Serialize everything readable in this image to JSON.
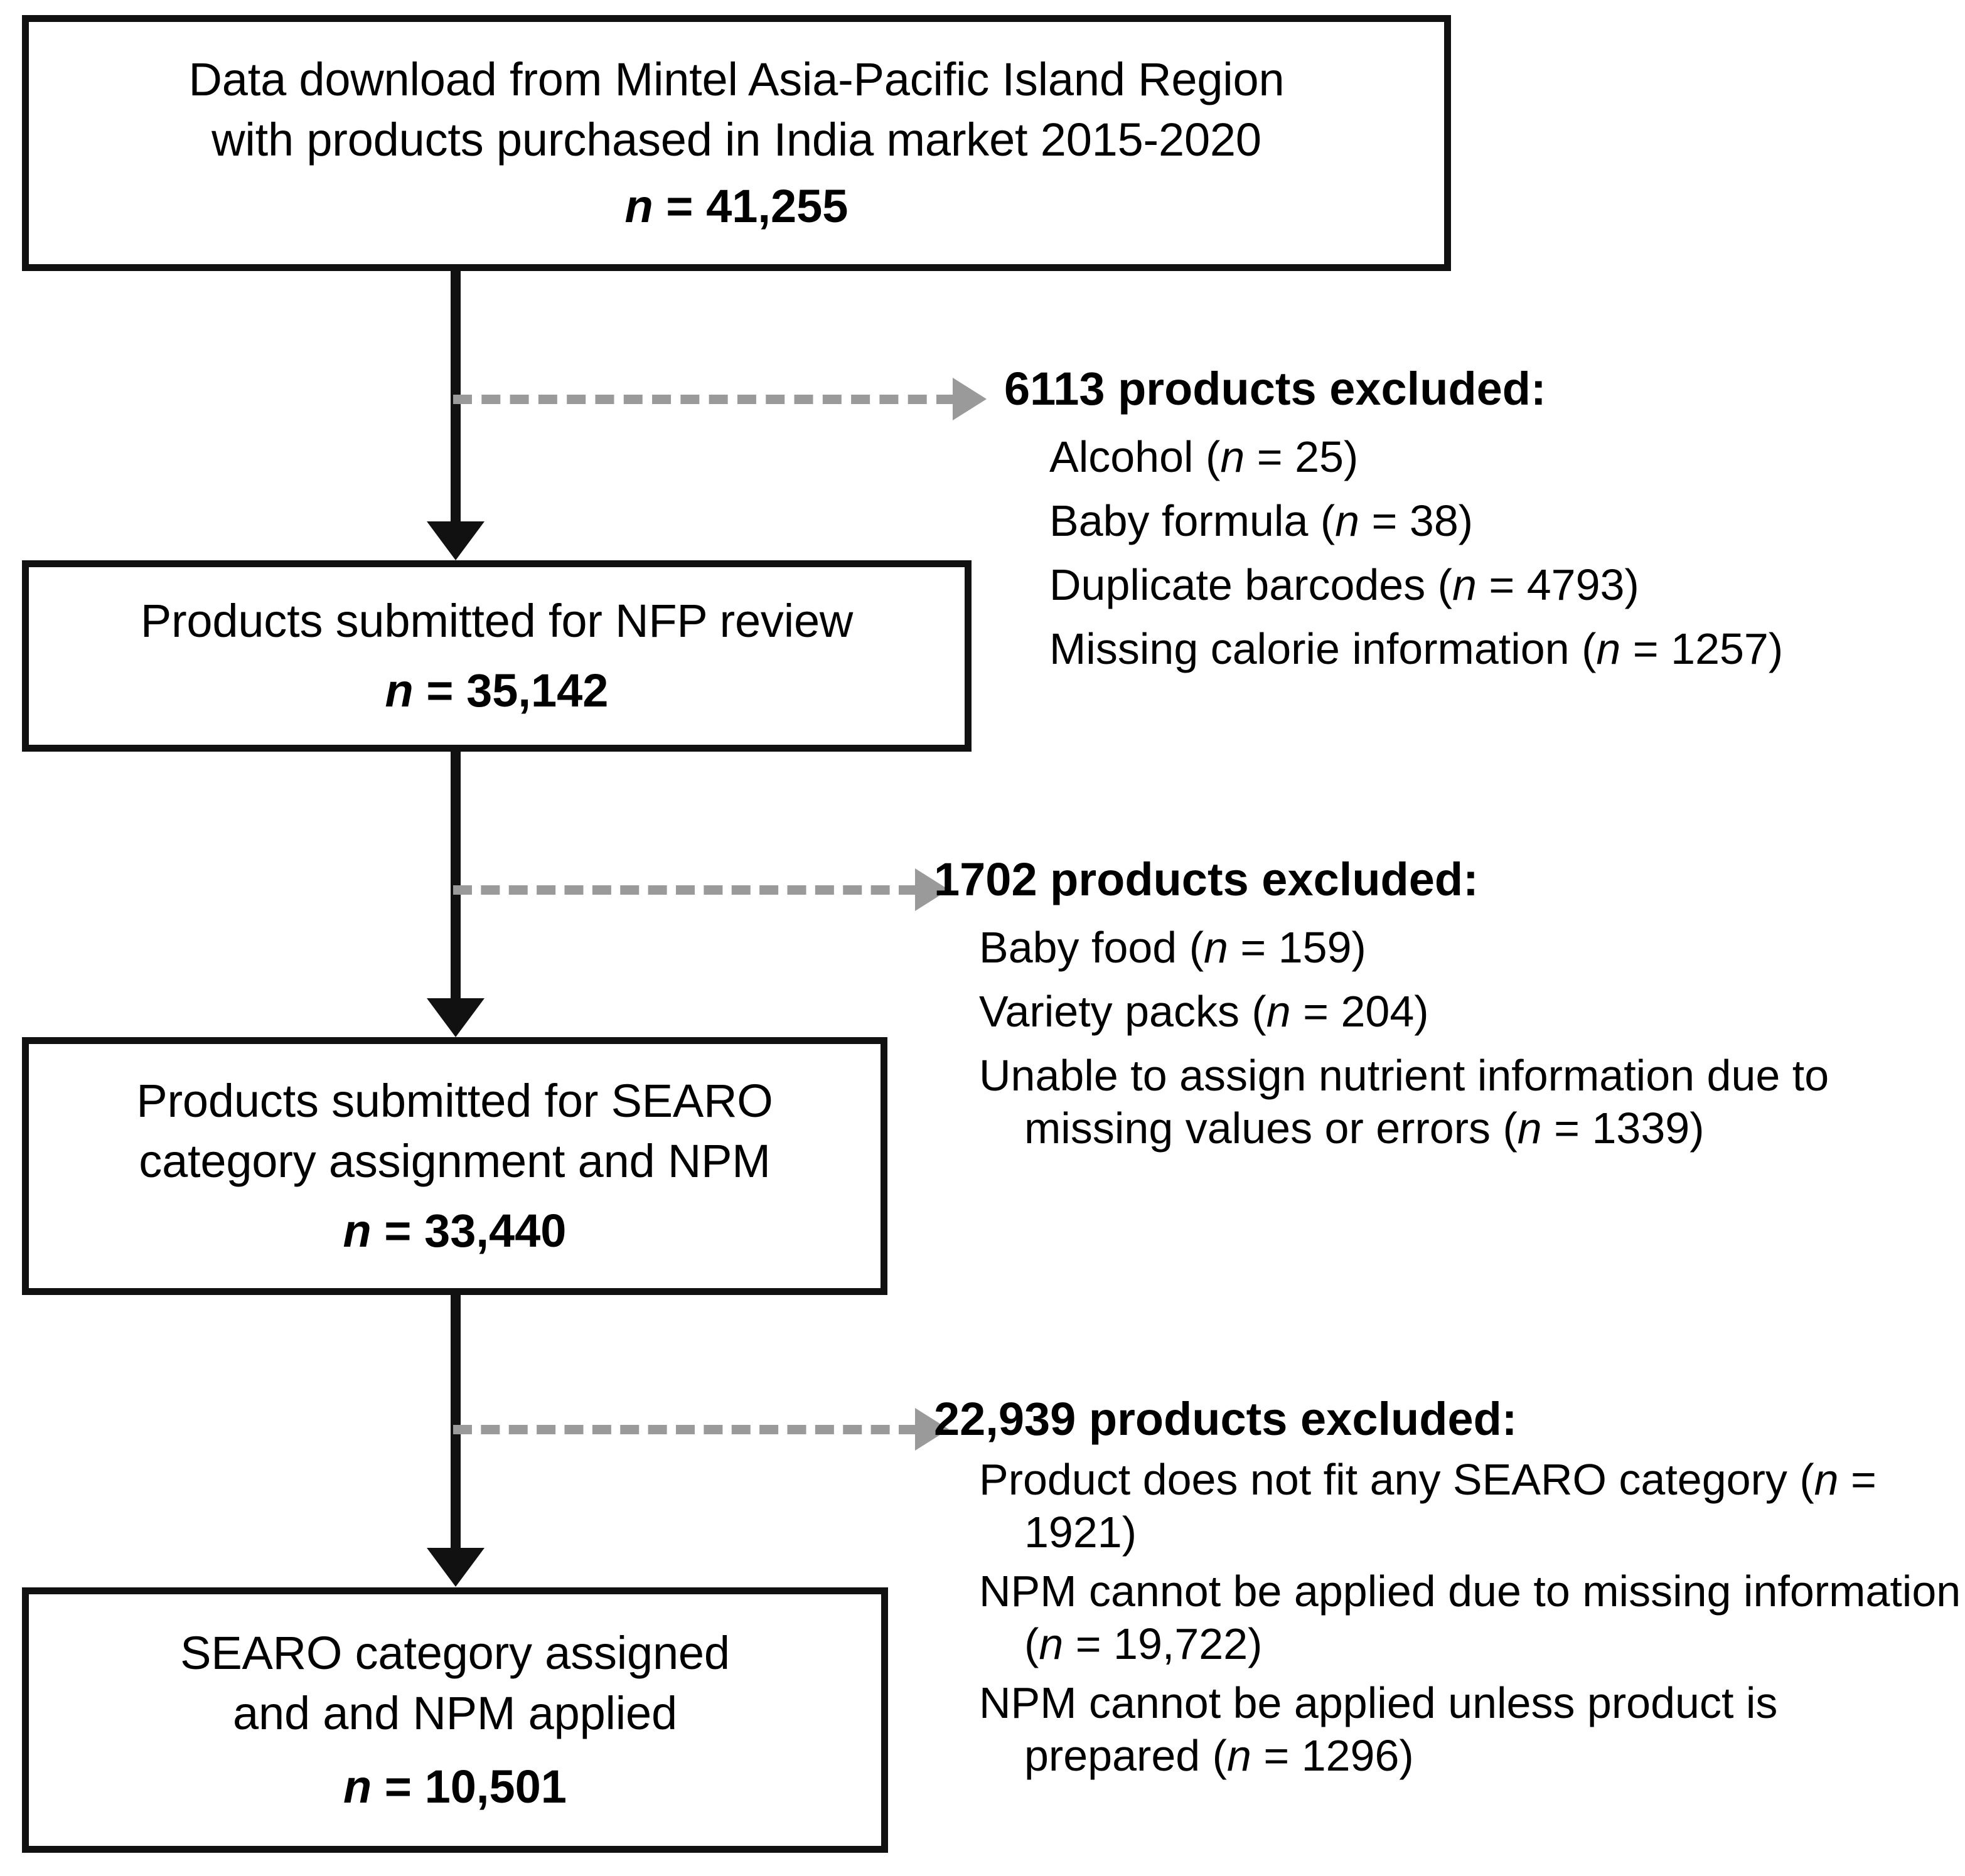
{
  "figure": {
    "type": "prisma-style-flow-diagram",
    "colors": {
      "box_border": "#111111",
      "solid_arrow": "#111111",
      "dashed_arrow": "#9a9a9a",
      "background": "#ffffff",
      "text": "#000000"
    }
  },
  "nodes": [
    {
      "id": "node-data-download",
      "lines": [
        "Data download from Mintel Asia-Pacific Island Region",
        "with products purchased in India market 2015-2020"
      ],
      "n_label": "n",
      "n_equals": " = ",
      "n_value": "41,255"
    },
    {
      "id": "node-nfp-review",
      "lines": [
        "Products submitted for NFP review"
      ],
      "n_label": "n",
      "n_equals": " = ",
      "n_value": "35,142"
    },
    {
      "id": "node-searo-submitted",
      "lines": [
        "Products submitted for SEARO",
        "category assignment and NPM"
      ],
      "n_label": "n",
      "n_equals": " = ",
      "n_value": "33,440"
    },
    {
      "id": "node-searo-applied",
      "lines": [
        "SEARO category assigned",
        "and and NPM applied"
      ],
      "n_label": "n",
      "n_equals": " = ",
      "n_value": "10,501"
    }
  ],
  "exclusions": [
    {
      "id": "exclusion-1",
      "header": "6113 products excluded:",
      "count": "6113",
      "items": [
        {
          "text_before": "Alcohol (",
          "n_label": "n",
          "n_equals": " = ",
          "n_value": "25",
          "text_after": ")"
        },
        {
          "text_before": "Baby formula (",
          "n_label": "n",
          "n_equals": " = ",
          "n_value": "38",
          "text_after": ")"
        },
        {
          "text_before": "Duplicate barcodes (",
          "n_label": "n",
          "n_equals": " = ",
          "n_value": "4793",
          "text_after": ")"
        },
        {
          "text_before": "Missing calorie information (",
          "n_label": "n",
          "n_equals": " = ",
          "n_value": "1257",
          "text_after": ")"
        }
      ]
    },
    {
      "id": "exclusion-2",
      "header": "1702 products excluded:",
      "count": "1702",
      "items": [
        {
          "text_before": "Baby food (",
          "n_label": "n",
          "n_equals": " = ",
          "n_value": "159",
          "text_after": ")"
        },
        {
          "text_before": "Variety packs (",
          "n_label": "n",
          "n_equals": " = ",
          "n_value": "204",
          "text_after": ")"
        },
        {
          "text_before": "Unable to assign nutrient information due to missing values or errors (",
          "n_label": "n",
          "n_equals": " = ",
          "n_value": "1339",
          "text_after": ")"
        }
      ]
    },
    {
      "id": "exclusion-3",
      "header": "22,939 products excluded:",
      "count": "22,939",
      "items": [
        {
          "text_before": "Product does not fit any SEARO category (",
          "n_label": "n",
          "n_equals": " = ",
          "n_value": "1921",
          "text_after": ")"
        },
        {
          "text_before": "NPM cannot be applied due to missing information (",
          "n_label": "n",
          "n_equals": " = ",
          "n_value": "19,722",
          "text_after": ")"
        },
        {
          "text_before": "NPM cannot be applied unless product is prepared (",
          "n_label": "n",
          "n_equals": " = ",
          "n_value": "1296",
          "text_after": ")"
        }
      ]
    }
  ]
}
